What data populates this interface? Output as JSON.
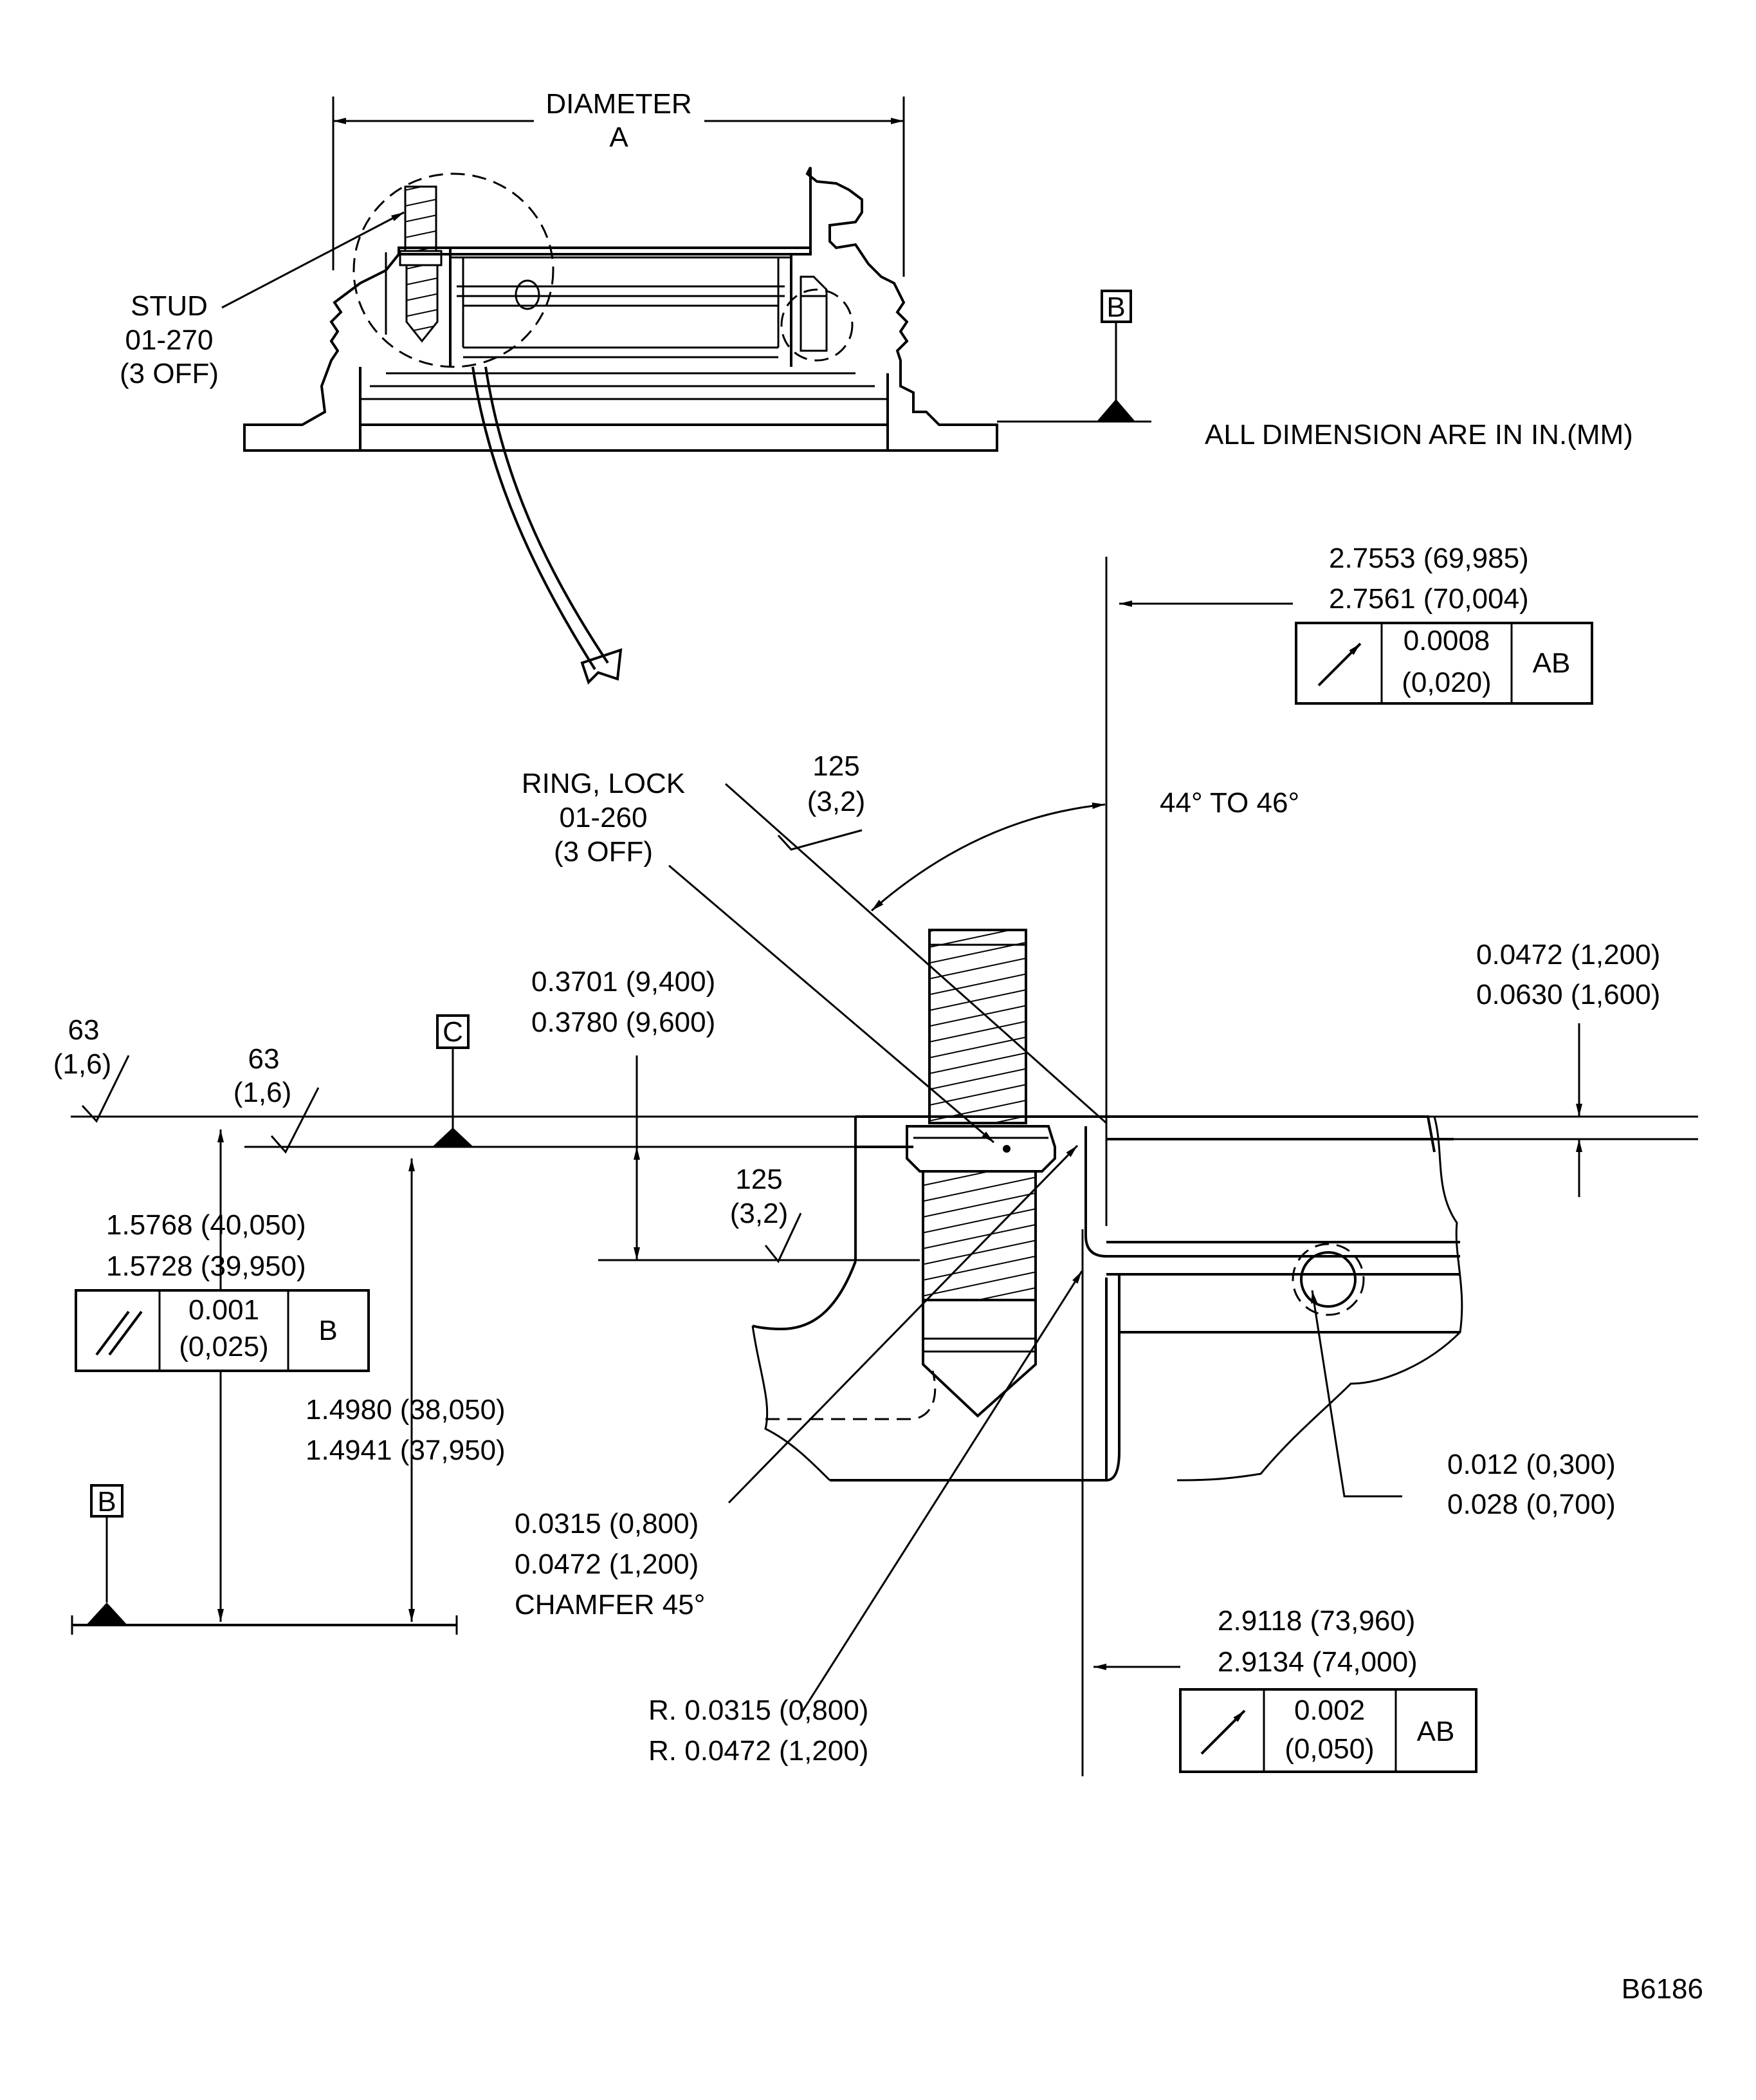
{
  "units_note": "ALL DIMENSION ARE IN IN.(MM)",
  "figure_id": "B6186",
  "diameter_label": {
    "line1": "DIAMETER",
    "line2": "A"
  },
  "stud_label": {
    "line1": "STUD",
    "line2": "01-270",
    "line3": "(3 OFF)"
  },
  "ring_label": {
    "line1": "RING, LOCK",
    "line2": "01-260",
    "line3": "(3 OFF)"
  },
  "datums": {
    "b_top": "B",
    "c": "C",
    "b_bottom": "B"
  },
  "angle_label": "44° TO 46°",
  "finish": {
    "top_chamfer": {
      "value": "125",
      "mm": "(3,2)"
    },
    "inner_face": {
      "value": "125",
      "mm": "(3,2)"
    },
    "left_1": {
      "value": "63",
      "mm": "(1,6)"
    },
    "left_2": {
      "value": "63",
      "mm": "(1,6)"
    }
  },
  "dims": {
    "outer_diameter": {
      "line1": "2.7553  (69,985)",
      "line2": "2.7561  (70,004)"
    },
    "top_gap": {
      "line1": "0.0472  (1,200)",
      "line2": "0.0630  (1,600)"
    },
    "step_depth": {
      "line1": "0.3701  (9,400)",
      "line2": "0.3780  (9,600)"
    },
    "height_top": {
      "line1": "1.5768  (40,050)",
      "line2": "1.5728  (39,950)"
    },
    "height_c": {
      "line1": "1.4980  (38,050)",
      "line2": "1.4941  (37,950)"
    },
    "ball_dim": {
      "line1": "0.012  (0,300)",
      "line2": "0.028  (0,700)"
    },
    "chamfer": {
      "line1": "0.0315  (0,800)",
      "line2": "0.0472  (1,200)",
      "line3": "CHAMFER 45°"
    },
    "inner_diameter": {
      "line1": "2.9118  (73,960)",
      "line2": "2.9134  (74,000)"
    },
    "radius": {
      "line1": "R. 0.0315  (0,800)",
      "line2": "R. 0.0472  (1,200)"
    }
  },
  "fcf": {
    "runout_top": {
      "symbol": "runout-icon",
      "value": "0.0008",
      "mm": "(0,020)",
      "datum": "AB"
    },
    "parallel": {
      "symbol": "parallelism-icon",
      "value": "0.001",
      "mm": "(0,025)",
      "datum": "B"
    },
    "runout_bottom": {
      "symbol": "runout-icon",
      "value": "0.002",
      "mm": "(0,050)",
      "datum": "AB"
    }
  }
}
